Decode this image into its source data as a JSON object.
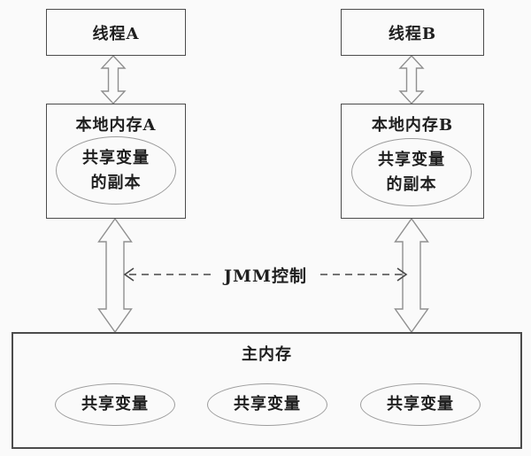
{
  "diagram": {
    "thread_a": {
      "label": "线程A"
    },
    "thread_b": {
      "label": "线程B"
    },
    "local_memory_a": {
      "title": "本地内存A",
      "ellipse_line1": "共享变量",
      "ellipse_line2": "的副本"
    },
    "local_memory_b": {
      "title": "本地内存B",
      "ellipse_line1": "共享变量",
      "ellipse_line2": "的副本"
    },
    "jmm_control": {
      "label": "JMM控制"
    },
    "main_memory": {
      "title": "主内存",
      "shared_variables": [
        "共享变量",
        "共享变量",
        "共享变量"
      ]
    },
    "colors": {
      "background": "#fafafa",
      "box_border": "#4b4b4b",
      "ellipse_border": "#9c9c9c",
      "arrow_outline": "#8f8f8f",
      "dashed_arrow": "#474747",
      "text": "#1f1f1f"
    }
  }
}
